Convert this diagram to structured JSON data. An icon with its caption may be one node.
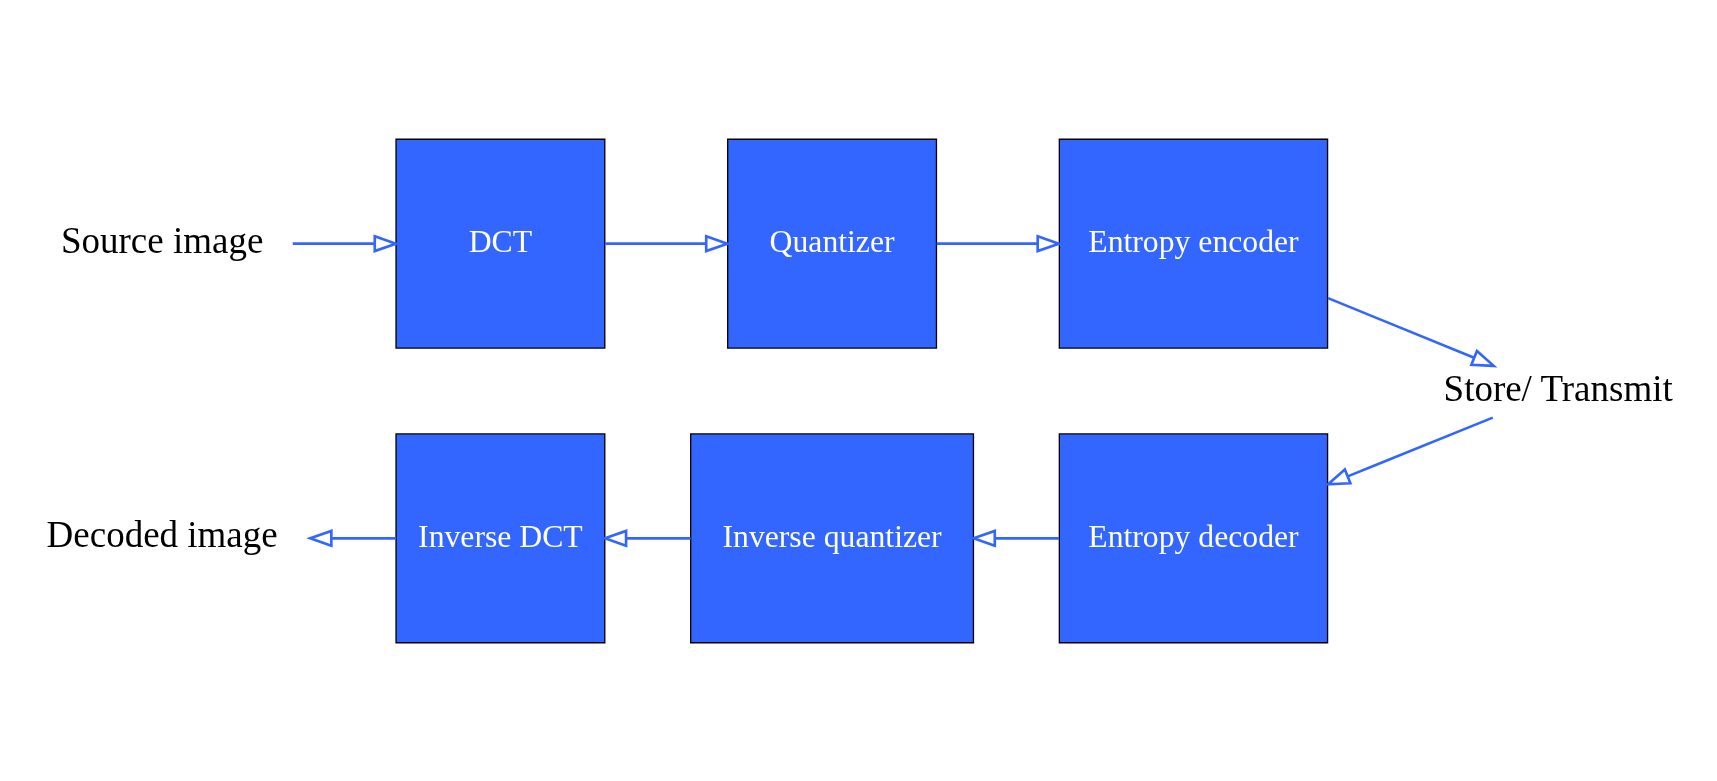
{
  "diagram": {
    "nodes": [
      {
        "text": [
          "Source image"
        ]
      },
      {
        "text": [
          "DCT"
        ]
      },
      {
        "text": [
          "Quantizer"
        ]
      },
      {
        "text": [
          "Entropy encoder"
        ]
      },
      {
        "text": [
          "Store/ Transmit"
        ]
      },
      {
        "text": [
          "Entropy decoder"
        ]
      },
      {
        "text": [
          "Inverse quantizer"
        ]
      },
      {
        "text": [
          "Inverse DCT"
        ]
      },
      {
        "text": [
          "Decoded image"
        ]
      }
    ],
    "edges": [
      {
        "from": 0,
        "to": 1,
        "arrow": "to"
      },
      {
        "from": 1,
        "to": 2,
        "arrow": "to"
      },
      {
        "from": 2,
        "to": 3,
        "arrow": "to"
      },
      {
        "from": 3,
        "to": 4,
        "arrow": "to"
      },
      {
        "from": 4,
        "to": 5,
        "arrow": "to"
      },
      {
        "from": 5,
        "to": 6,
        "arrow": "to"
      },
      {
        "from": 6,
        "to": 7,
        "arrow": "to"
      },
      {
        "from": 7,
        "to": 8,
        "arrow": "to"
      }
    ]
  }
}
